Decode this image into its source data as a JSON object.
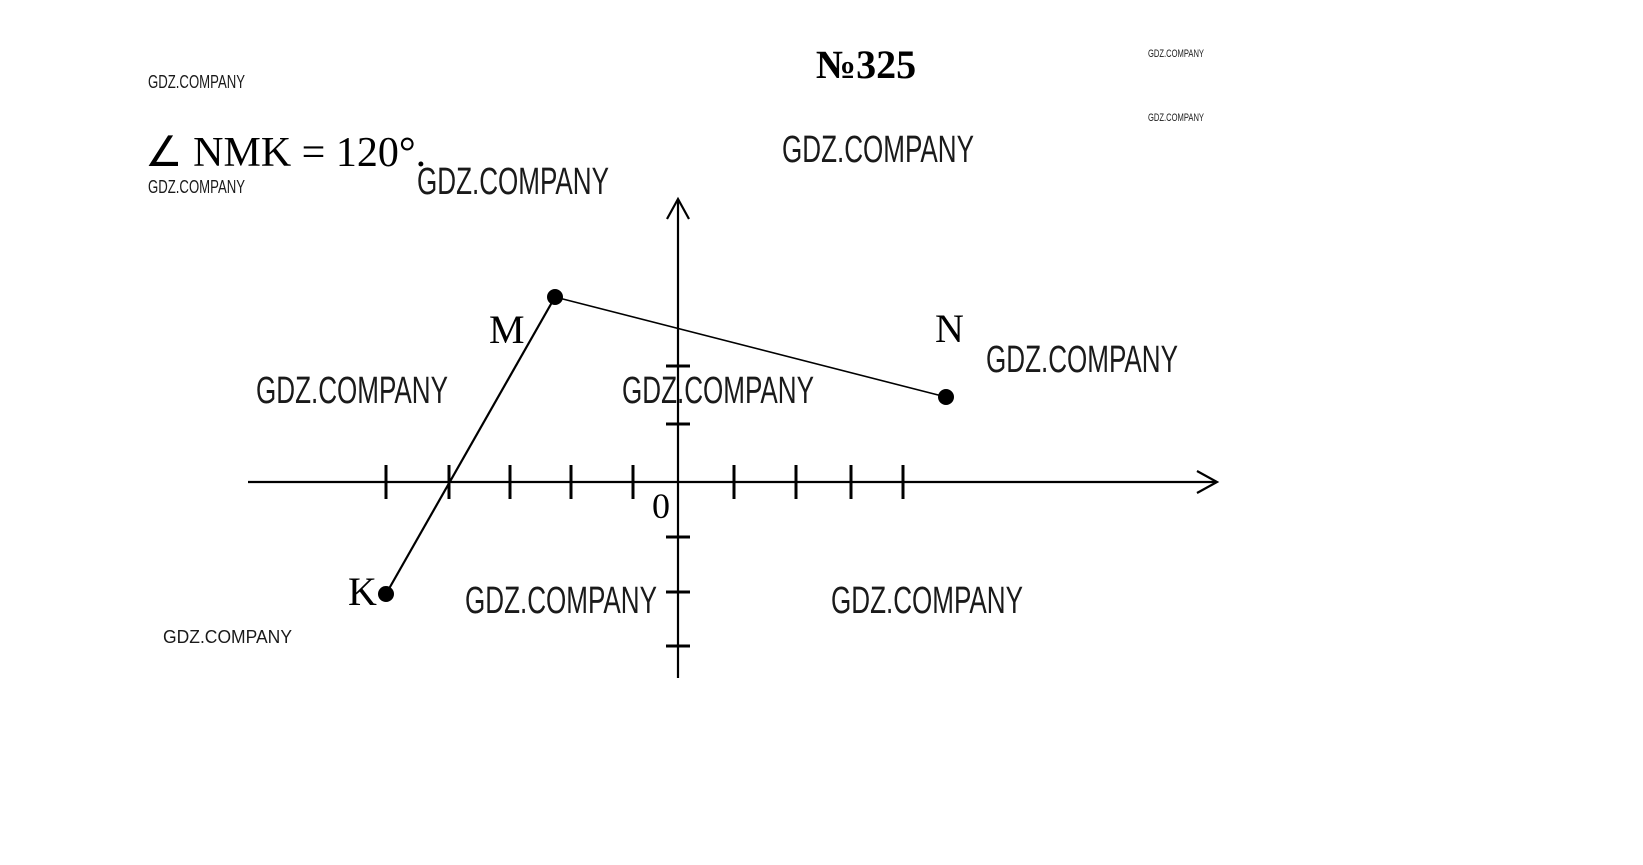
{
  "problem": {
    "number": "№325",
    "statement": "∠ NMK = 120°."
  },
  "diagram": {
    "origin_label": "0",
    "points": [
      {
        "name": "M",
        "label": "M"
      },
      {
        "name": "N",
        "label": "N"
      },
      {
        "name": "K",
        "label": "K"
      }
    ]
  },
  "watermarks": {
    "text": "GDZ.COMPANY"
  },
  "colors": {
    "ink": "#000000",
    "background": "#ffffff"
  }
}
